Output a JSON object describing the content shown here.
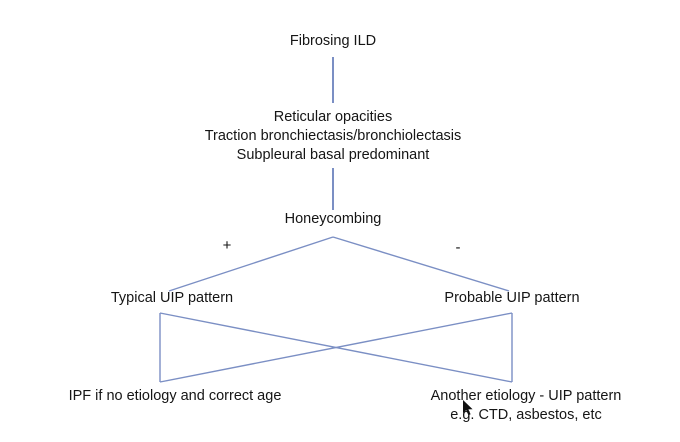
{
  "diagram": {
    "title": "Fibrosing ILD diagnostic algorithm",
    "accent_line_color": "#7b8fc4",
    "text_color": "#151515",
    "background_color": "#ffffff",
    "nodes": {
      "root": "Fibrosing ILD",
      "features": {
        "line1": "Reticular opacities",
        "line2": "Traction bronchiectasis/bronchiolectasis",
        "line3": "Subpleural basal predominant"
      },
      "decision": "Honeycombing",
      "branch_positive_label": "+",
      "branch_negative_label": "-",
      "typical": "Typical UIP pattern",
      "probable": "Probable UIP pattern",
      "outcome_left": "IPF if no etiology and correct age",
      "outcome_right": {
        "line1": "Another etiology - UIP pattern",
        "line2": "e.g. CTD, asbestos, etc"
      }
    }
  },
  "cursor": {
    "label": "mouse-pointer"
  }
}
